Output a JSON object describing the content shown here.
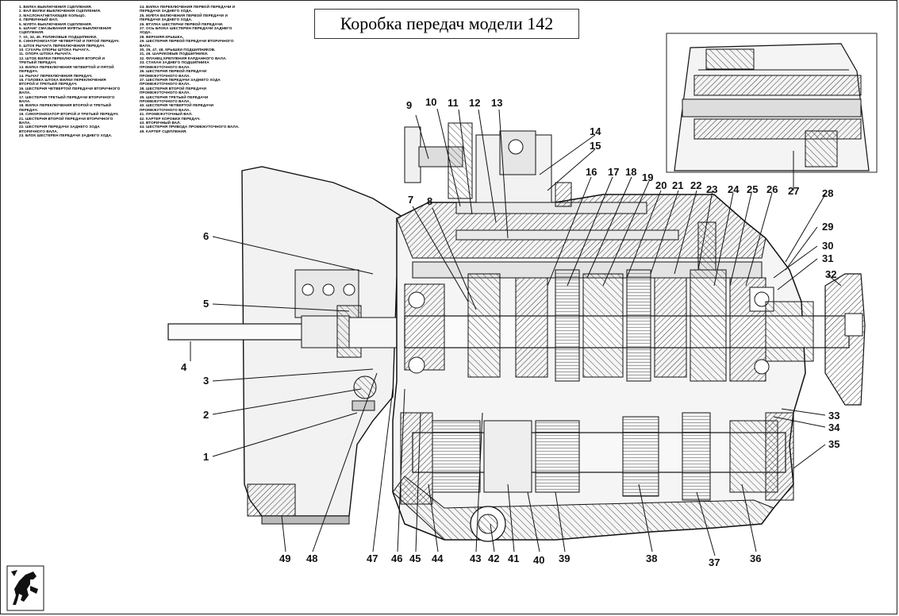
{
  "title": "Коробка передач модели 142",
  "legend": {
    "column1": [
      "1. ВИЛКА ВЫКЛЮЧЕНИЯ СЦЕПЛЕНИЯ.",
      "2. ВАЛ ВИЛКИ ВЫКЛЮЧЕНИЯ СЦЕПЛЕНИЯ.",
      "3. МАСЛОНАГНЕТАЮЩЕЕ КОЛЬЦО.",
      "4. ПЕРВИЧНЫЙ ВАЛ.",
      "5. МУФТА ВЫКЛЮЧЕНИЯ СЦЕПЛЕНИЯ.",
      "6. ШЛАНГ СМАЗЫВАНИЯ МУФТЫ ВЫКЛЮЧЕНИЯ СЦЕПЛЕНИЯ.",
      "7. 10, 34, 45. РОЛИКОВЫЕ ПОДШИПНИКИ.",
      "8. СИНХРОНИЗАТОР ЧЕТВЕРТОЙ И ПЯТОЙ ПЕРЕДАЧ.",
      "9. ШТОК РЫЧАГА ПЕРЕКЛЮЧЕНИЯ ПЕРЕДАЧ.",
      "10. СУХАРЬ ОПОРЫ ШТОКА РЫЧАГА.",
      "11. ОПОРА ШТОКА РЫЧАГА.",
      "12. ШТОК ВИЛКИ ПЕРЕКЛЮЧЕНИЯ ВТОРОЙ И ТРЕТЬЕЙ ПЕРЕДАЧ.",
      "13. ВИЛКА ПЕРЕКЛЮЧЕНИЯ ЧЕТВЕРТОЙ И ПЯТОЙ ПЕРЕДАЧ.",
      "14. РЫЧАГ ПЕРЕКЛЮЧЕНИЯ ПЕРЕДАЧ.",
      "15. ГОЛОВКА ШТОКА ВИЛКИ ПЕРЕКЛЮЧЕНИЯ ВТОРОЙ И ТРЕТЬЕЙ ПЕРЕДАЧ.",
      "16. ШЕСТЕРНЯ ЧЕТВЕРТОЙ ПЕРЕДАЧИ ВТОРИЧНОГО ВАЛА.",
      "17. ШЕСТЕРНЯ ТРЕТЬЕЙ ПЕРЕДАЧИ ВТОРИЧНОГО ВАЛА.",
      "18. ВИЛКА ПЕРЕКЛЮЧЕНИЯ ВТОРОЙ И ТРЕТЬЕЙ ПЕРЕДАЧ.",
      "19. СИНХРОНИЗАТОР ВТОРОЙ И ТРЕТЬЕЙ ПЕРЕДАЧ.",
      "21. ШЕСТЕРНЯ ВТОРОЙ ПЕРЕДАЧИ ВТОРИЧНОГО ВАЛА.",
      "22. ШЕСТЕРНЯ ПЕРЕДАЧИ ЗАДНЕГО ХОДА ВТОРИЧНОГО ВАЛА.",
      "23. БЛОК ШЕСТЕРЕН ПЕРЕДАЧИ ЗАДНЕГО ХОДА."
    ],
    "column2": [
      "24. ВИЛКА ПЕРЕКЛЮЧЕНИЯ ПЕРВОЙ ПЕРЕДАЧИ И ПЕРЕДАЧИ ЗАДНЕГО ХОДА.",
      "25. МУФТА ВКЛЮЧЕНИЯ ПЕРВОЙ ПЕРЕДАЧИ И ПЕРЕДАЧИ ЗАДНЕГО ХОДА.",
      "26. ВТУЛКА ШЕСТЕРНИ ПЕРВОЙ ПЕРЕДАЧИ.",
      "27. ОСЬ БЛОКА ШЕСТЕРЕН ПЕРЕДАЧИ ЗАДНЕГО ХОДА.",
      "28. ВЕРХНЯЯ КРЫШКА.",
      "29. ШЕСТЕРНЯ ПЕРВОЙ ПЕРЕДАЧИ ВТОРИЧНОГО ВАЛА.",
      "30, 35, 47, 48. КРЫШКИ ПОДШИПНИКОВ.",
      "31, 46. ШАРИКОВЫЕ ПОДШИПНИКИ.",
      "32. ФЛАНЕЦ КРЕПЛЕНИЯ КАРДАННОГО ВАЛА.",
      "33. СТАКАН ЗАДНЕГО ПОДШИПНИКА ПРОМЕЖУТОЧНОГО ВАЛА.",
      "36. ШЕСТЕРНЯ ПЕРВОЙ ПЕРЕДАЧИ ПРОМЕЖУТОЧНОГО ВАЛА.",
      "37. ШЕСТЕРНЯ ПЕРЕДАЧИ ЗАДНЕГО ХОДА ПРОМЕЖУТОЧНОГО ВАЛА.",
      "38. ШЕСТЕРНЯ ВТОРОЙ ПЕРЕДАЧИ ПРОМЕЖУТОЧНОГО ВАЛА.",
      "39. ШЕСТЕРНЯ ТРЕТЬЕЙ ПЕРЕДАЧИ ПРОМЕЖУТОЧНОГО ВАЛА.",
      "40. ШЕСТЕРНЯ ЧЕТВЕРТОЙ ПЕРЕДАЧИ ПРОМЕЖУТОЧНОГО ВАЛА.",
      "41. ПРОМЕЖУТОЧНЫЙ ВАЛ.",
      "42. КАРТЕР КОРОБКИ ПЕРЕДАЧ.",
      "43. ВТОРИЧНЫЙ ВАЛ.",
      "44. ШЕСТЕРНЯ ПРИВОДА ПРОМЕЖУТОЧНОГО ВАЛА.",
      "49. КАРТЕР СЦЕПЛЕНИЯ."
    ]
  },
  "callouts": {
    "n1": "1",
    "n2": "2",
    "n3": "3",
    "n4": "4",
    "n5": "5",
    "n6": "6",
    "n7": "7",
    "n8": "8",
    "n9": "9",
    "n10": "10",
    "n11": "11",
    "n12": "12",
    "n13": "13",
    "n14": "14",
    "n15": "15",
    "n16": "16",
    "n17": "17",
    "n18": "18",
    "n19": "19",
    "n20": "20",
    "n21": "21",
    "n22": "22",
    "n23": "23",
    "n24": "24",
    "n25": "25",
    "n26": "26",
    "n27": "27",
    "n28": "28",
    "n29": "29",
    "n30": "30",
    "n31": "31",
    "n32": "32",
    "n33": "33",
    "n34": "34",
    "n35": "35",
    "n36": "36",
    "n37": "37",
    "n38": "38",
    "n39": "39",
    "n40": "40",
    "n41": "41",
    "n42": "42",
    "n43": "43",
    "n44": "44",
    "n45": "45",
    "n46": "46",
    "n47": "47",
    "n48": "48",
    "n49": "49"
  },
  "logo_icon": "horse-emblem-icon"
}
